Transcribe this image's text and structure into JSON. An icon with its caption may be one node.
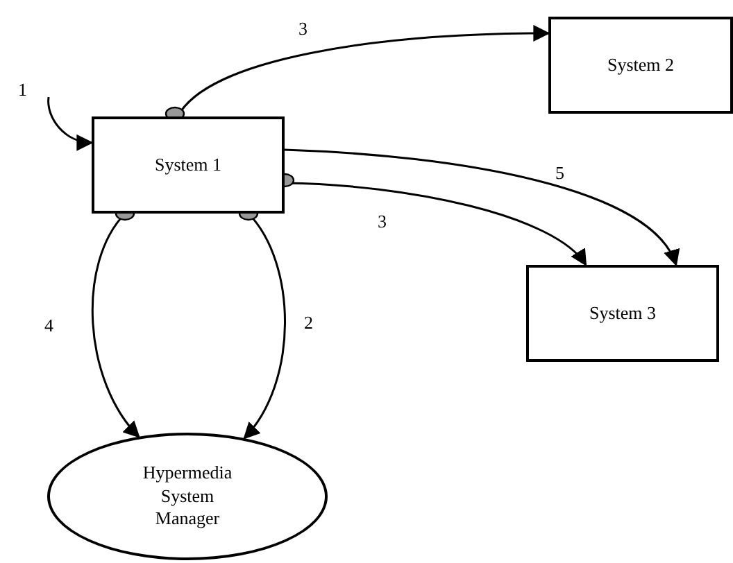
{
  "diagram": {
    "nodes": [
      {
        "text": [
          "System 1"
        ]
      },
      {
        "text": [
          "System 2"
        ]
      },
      {
        "text": [
          "System 3"
        ]
      },
      {
        "text": [
          "Hypermedia System Manager"
        ]
      }
    ],
    "edges": [
      {
        "from": null,
        "to": 0,
        "arrow": "to",
        "label": "1"
      },
      {
        "from": 0,
        "to": 1,
        "arrow": "to",
        "label": "3"
      },
      {
        "from": 0,
        "to": 2,
        "arrow": "to",
        "label": "5"
      },
      {
        "from": 0,
        "to": 2,
        "arrow": "to",
        "label": "3"
      },
      {
        "from": 0,
        "to": 3,
        "arrow": "to",
        "label": "4"
      },
      {
        "from": 0,
        "to": 3,
        "arrow": "to",
        "label": "2"
      }
    ]
  }
}
